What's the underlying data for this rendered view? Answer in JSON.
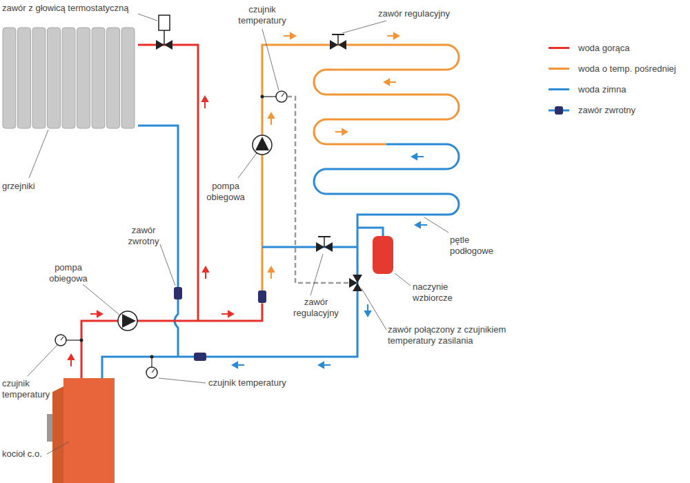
{
  "diagram": {
    "labels": [
      "zawór z głowicą termostatyczną",
      "czujnik temperatury",
      "zawór regulacyjny",
      "grzejniki",
      "pompa obiegowa",
      "zawór zwrotny",
      "pompa obiegowa",
      "zawór regulacyjny",
      "pętle podłogowe",
      "czujnik temperatury",
      "naczynie wzbiorcze",
      "zawór połączony z czujnikiem temperatury zasilania",
      "czujnik temperatury",
      "kocioł c.o."
    ],
    "legend": [
      {
        "text": "woda gorąca",
        "color": "#e8302a"
      },
      {
        "text": "woda o temp. pośredniej",
        "color": "#f39536"
      },
      {
        "text": "woda zimna",
        "color": "#2a8ad4"
      },
      {
        "text": "zawór zwrotny"
      }
    ]
  }
}
